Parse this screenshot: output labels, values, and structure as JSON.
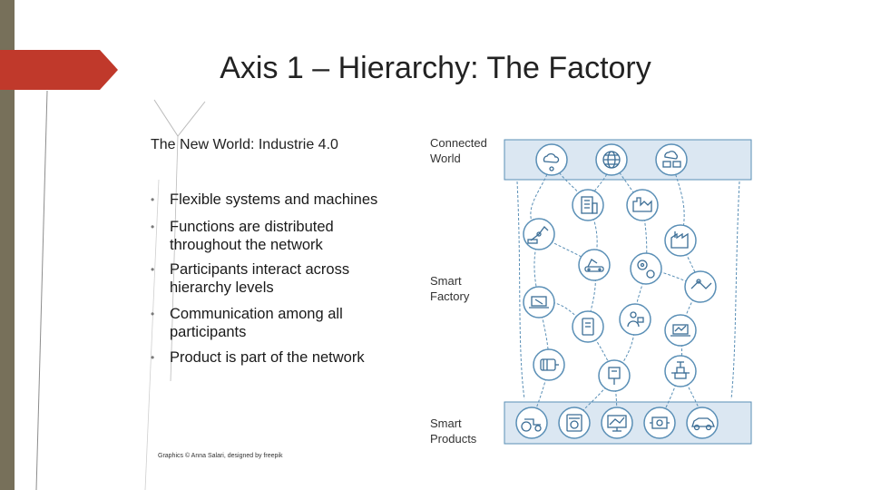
{
  "slide": {
    "title": "Axis 1 – Hierarchy: The Factory",
    "subtitle": "The New World: Industrie 4.0",
    "bullets": [
      "Flexible systems and machines",
      "Functions are distributed throughout the network",
      "Participants interact across hierarchy levels",
      "Communication among all participants",
      "Product is part of the network"
    ],
    "credit": "Graphics © Anna Salari, designed by freepik"
  },
  "diagram": {
    "labels": {
      "connected_world": "Connected World",
      "smart_factory": "Smart Factory",
      "smart_products": "Smart Products"
    },
    "icons": [
      "cloud-person-icon",
      "globe-icon",
      "cloud-devices-icon",
      "building-icon",
      "factory-skyline-icon",
      "robot-arm-icon",
      "factory-icon",
      "conveyor-icon",
      "gears-icon",
      "robot-hand-icon",
      "laptop-tools-icon",
      "tablet-icon",
      "worker-icon",
      "chart-laptop-icon",
      "motor-icon",
      "control-panel-icon",
      "valve-icon",
      "tractor-icon",
      "washing-machine-icon",
      "monitor-icon",
      "engine-icon",
      "car-icon"
    ]
  },
  "colors": {
    "accent_red": "#c0392b",
    "sidebar": "#77705a",
    "diagram_blue": "#5a8fb6",
    "band_fill": "#dbe7f2"
  }
}
